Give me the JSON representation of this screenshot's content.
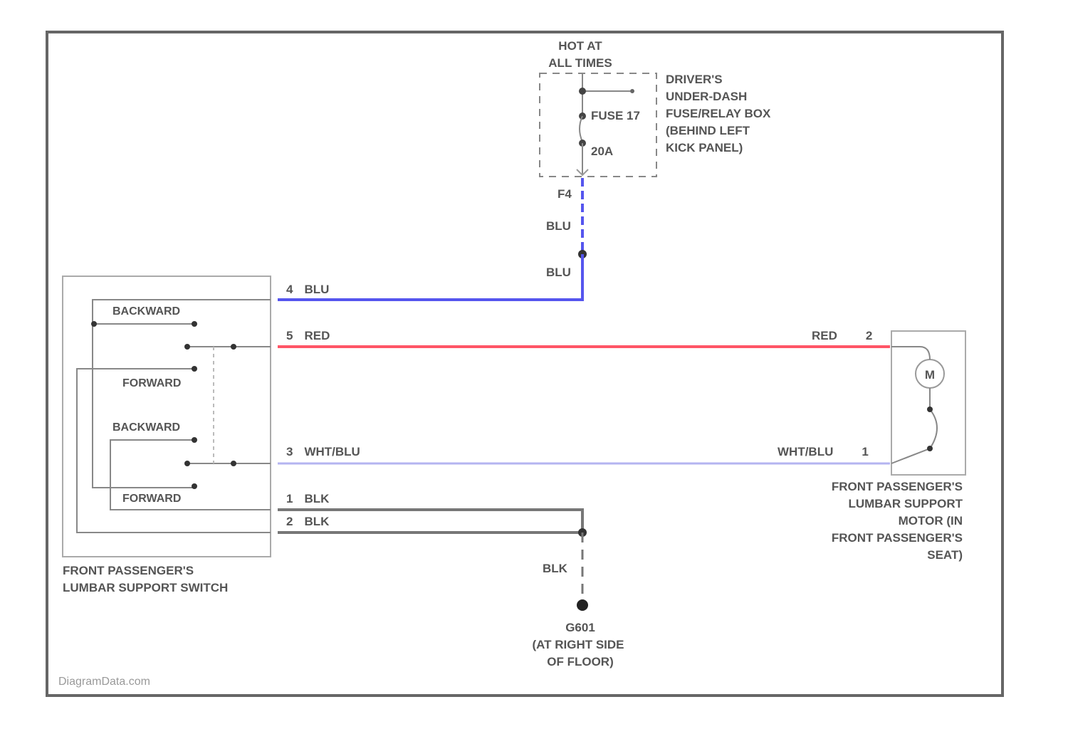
{
  "power": {
    "line1": "HOT AT",
    "line2": "ALL TIMES"
  },
  "fuse_box": {
    "fuse_label": "FUSE 17",
    "fuse_rating": "20A",
    "desc": [
      "DRIVER'S",
      "UNDER-DASH",
      "FUSE/RELAY BOX",
      "(BEHIND LEFT",
      "KICK PANEL)"
    ],
    "terminal": "F4"
  },
  "wires": {
    "blu_upper": "BLU",
    "blu_lower": "BLU",
    "switch_pin4": {
      "pin": "4",
      "color": "BLU"
    },
    "switch_pin5": {
      "pin": "5",
      "color": "RED"
    },
    "switch_pin3": {
      "pin": "3",
      "color": "WHT/BLU"
    },
    "switch_pin1": {
      "pin": "1",
      "color": "BLK"
    },
    "switch_pin2": {
      "pin": "2",
      "color": "BLK"
    },
    "motor_pin2": {
      "pin": "2",
      "color": "RED"
    },
    "motor_pin1": {
      "pin": "1",
      "color": "WHT/BLU"
    },
    "ground_wire": "BLK"
  },
  "switch": {
    "positions": [
      "BACKWARD",
      "FORWARD",
      "BACKWARD",
      "FORWARD"
    ],
    "name": [
      "FRONT PASSENGER'S",
      "LUMBAR SUPPORT SWITCH"
    ]
  },
  "motor": {
    "symbol": "M",
    "name": [
      "FRONT PASSENGER'S",
      "LUMBAR SUPPORT",
      "MOTOR (IN",
      "FRONT PASSENGER'S",
      "SEAT)"
    ]
  },
  "ground": {
    "name": [
      "G601",
      "(AT RIGHT SIDE",
      "OF FLOOR)"
    ]
  },
  "watermark": "DiagramData.com",
  "colors": {
    "blu": "#5555ee",
    "red": "#ff5566",
    "wht_blu": "#b4b4f0",
    "blk": "#777777",
    "frame": "#666666"
  }
}
